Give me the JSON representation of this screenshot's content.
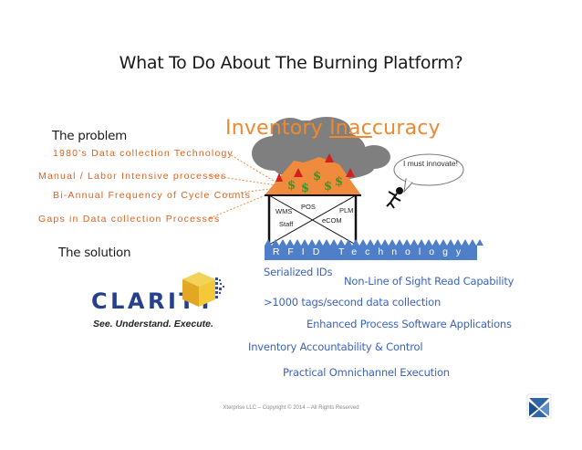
{
  "slide": {
    "title": "What To Do About The Burning Platform?",
    "problem_heading": "The problem",
    "solution_heading": "The solution",
    "problems": [
      "1980’s Data collection Technology",
      "Manual / Labor Intensive processes",
      "Bi-Annual Frequency of  Cycle Counts",
      "Gaps in Data collection Processes"
    ],
    "inventory_title_prefix": "Inventory ",
    "inventory_title_underlined": "Inac",
    "inventory_title_suffix": "curacy",
    "bubble_text": "I must innovate!",
    "house_labels": {
      "pos": "POS",
      "plm": "PLM",
      "wms": "WMS",
      "staff": "Staff",
      "ecom": "eCOM"
    },
    "dollar_sign": "$",
    "rfid_label": "RFID Technology",
    "solutions": [
      "Serialized IDs",
      "Non-Line of Sight Read Capability",
      ">1000 tags/second data collection",
      "Enhanced Process Software Applications",
      "Inventory Accountability & Control",
      "Practical Omnichannel Execution"
    ],
    "logo_text": "CLARITY",
    "logo_tagline": "See. Understand. Execute.",
    "copyright": "Xterprise LLC – Copyright © 2014 – All Rights Reserved"
  },
  "colors": {
    "problem_text": "#e0611d",
    "solution_text": "#3b63c0",
    "inventory_title": "#f0892e",
    "roof": "#f08a3c",
    "cloud": "#7f7f7f",
    "rfid_band": "#4f7fc9",
    "logo_blue": "#26408b",
    "logo_yellow": "#f3c93a"
  },
  "icons": [
    "cloud-icon",
    "house-icon",
    "stick-figure-icon",
    "speech-bubble-icon",
    "clarity-cube-logo",
    "xterprise-logo-icon"
  ]
}
